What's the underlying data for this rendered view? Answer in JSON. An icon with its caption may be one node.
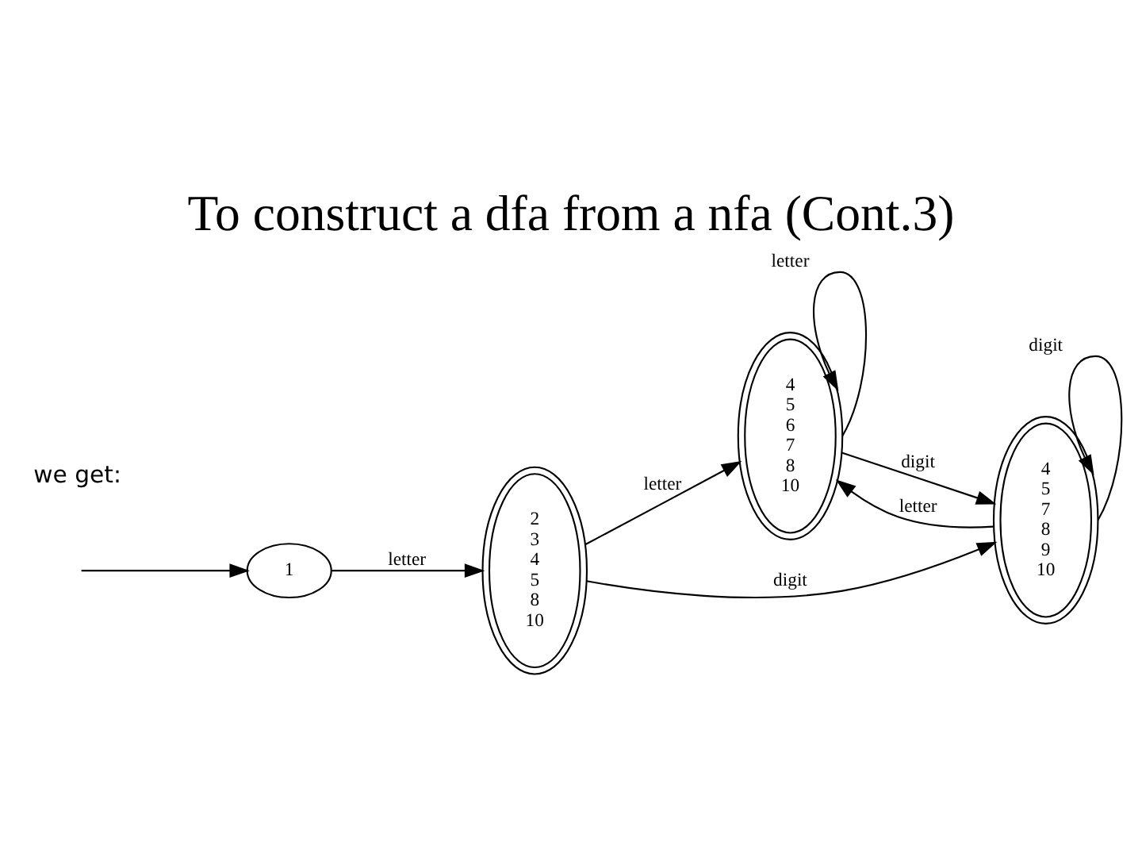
{
  "diagram": {
    "title": "To construct a dfa from a nfa (Cont.3)",
    "nodes": [
      {
        "text": [
          "1"
        ]
      },
      {
        "text": [
          "2 3 4 5 8 10"
        ]
      },
      {
        "text": [
          "4 5 6 7 8 10"
        ]
      },
      {
        "text": [
          "4 5 7 8 9 10"
        ]
      }
    ],
    "edges": [
      {
        "from": null,
        "to": 0,
        "arrow": "to"
      },
      {
        "from": 0,
        "to": 1,
        "label": "letter",
        "arrow": "to"
      },
      {
        "from": 1,
        "to": 2,
        "label": "letter",
        "arrow": "to"
      },
      {
        "from": 1,
        "to": 3,
        "label": "digit",
        "arrow": "to"
      },
      {
        "from": 2,
        "to": 2,
        "label": "letter",
        "arrow": "to"
      },
      {
        "from": 2,
        "to": 3,
        "label": "digit",
        "arrow": "to"
      },
      {
        "from": 3,
        "to": 2,
        "label": "letter",
        "arrow": "to"
      },
      {
        "from": 3,
        "to": 3,
        "label": "digit",
        "arrow": "to"
      }
    ],
    "labels": [
      "we get:"
    ]
  }
}
